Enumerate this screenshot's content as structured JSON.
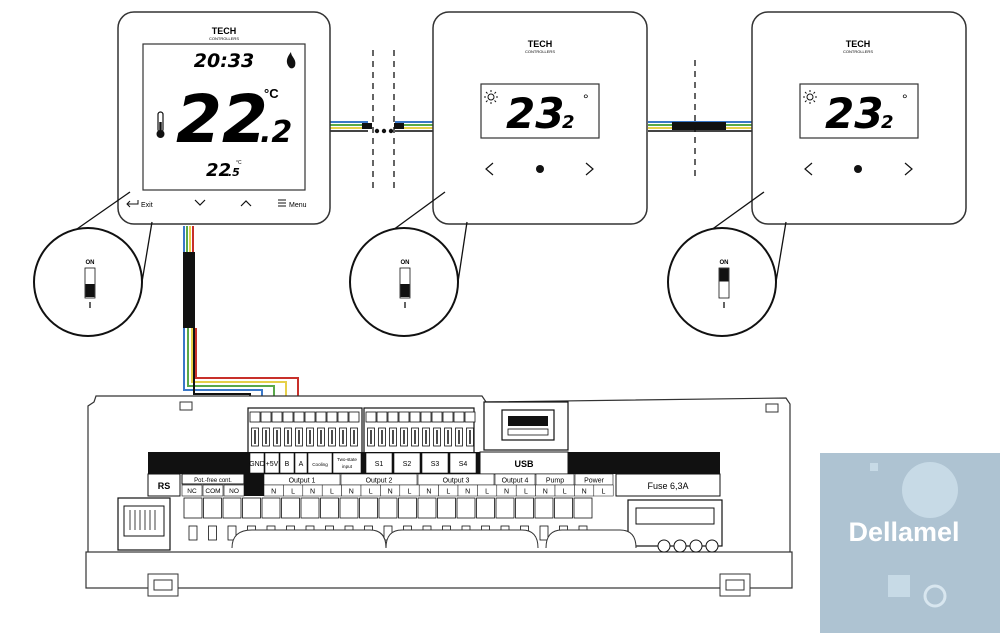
{
  "thermostat": {
    "brand": "TECH",
    "brand_sub": "CONTROLLERS",
    "time": "20:33",
    "temp_main": "22",
    "temp_decimal": ".2",
    "temp_unit": "°C",
    "temp_set": "22",
    "temp_set_decimal": ".5",
    "temp_set_unit": "°C",
    "btn_exit": "Exit",
    "btn_menu": "Menu"
  },
  "sensor_1": {
    "brand": "TECH",
    "brand_sub": "CONTROLLERS",
    "temp": "23",
    "decimal": "2",
    "unit": "°"
  },
  "sensor_2": {
    "brand": "TECH",
    "brand_sub": "CONTROLLERS",
    "temp": "23",
    "decimal": "2",
    "unit": "°"
  },
  "dip_switches": [
    {
      "label": "ON",
      "state": "off"
    },
    {
      "label": "ON",
      "state": "off"
    },
    {
      "label": "ON",
      "state": "on"
    }
  ],
  "wire_colors": {
    "blue": "#3a78c9",
    "green": "#59a84a",
    "yellow": "#e6d04a",
    "red": "#c8302a",
    "black": "#111111"
  },
  "board": {
    "terminal_labels": [
      "GND",
      "+5V",
      "B",
      "A",
      "Cooling",
      "Two-state input",
      "S1",
      "S2",
      "S3",
      "S4"
    ],
    "usb": "USB",
    "rs": "RS",
    "pot_free": "Pot.-free cont.",
    "pot_free_pins": [
      "NC",
      "COM",
      "NO"
    ],
    "output1": "Output 1",
    "output2": "Output 2",
    "output3": "Output 3",
    "output4": "Output 4",
    "pump": "Pump",
    "power": "Power",
    "fuse": "Fuse 6,3A",
    "pin_n": "N",
    "pin_l": "L"
  },
  "watermark": {
    "text": "Dellamel"
  }
}
